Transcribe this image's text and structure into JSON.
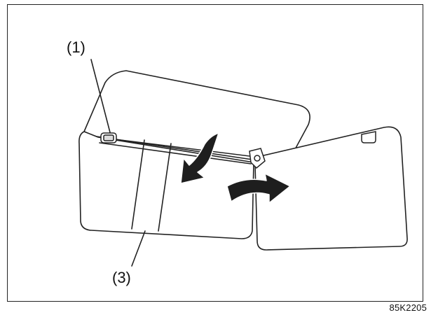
{
  "figure": {
    "callouts": {
      "item_1": "(1)",
      "item_3": "(3)"
    },
    "figure_code": "85K2205"
  },
  "colors": {
    "line": "#222222",
    "arrow_fill": "#1e1e1e",
    "background": "#ffffff"
  },
  "icons": {
    "rotate_arrow": "curved-down-arrow-icon",
    "slide_arrow": "curved-right-arrow-icon"
  }
}
